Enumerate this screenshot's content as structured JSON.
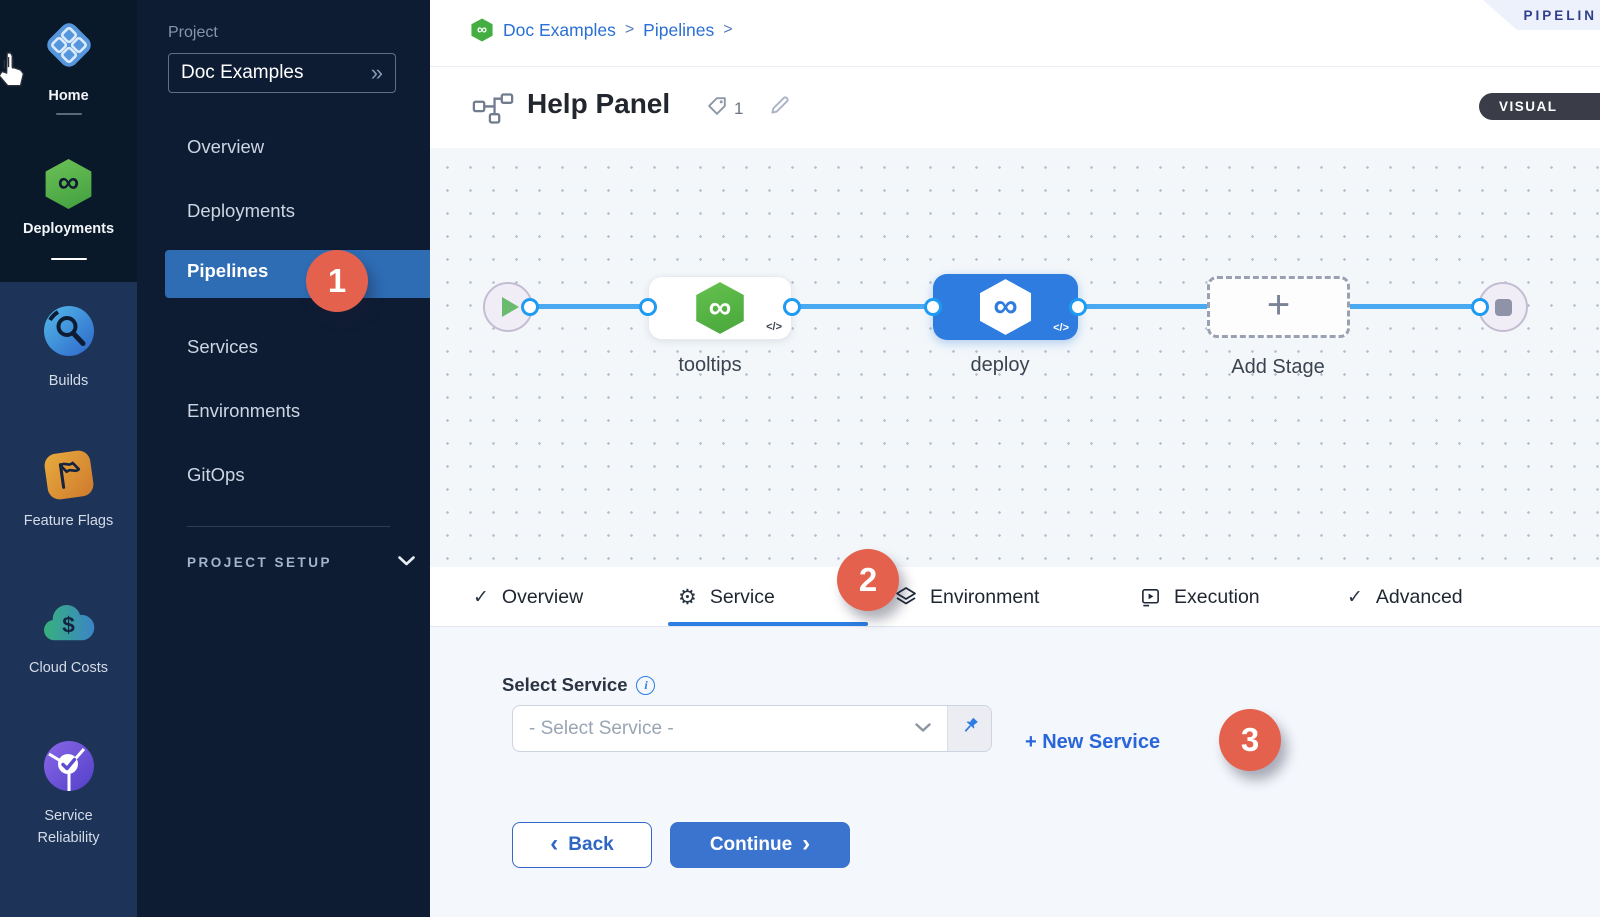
{
  "colors": {
    "accent_blue": "#2e6cb4",
    "badge_red": "#e4614d",
    "link_blue": "#2a6fd4",
    "node_blue": "#2e7ce0",
    "line_blue": "#49a9f1",
    "harness_green": "#4fae46"
  },
  "icons": {
    "check": "✓",
    "gear": "⚙",
    "infinity": "∞",
    "double_chevron": "»",
    "chevron_left": "‹",
    "chevron_right": "›",
    "breadcrumb_sep": ">",
    "dollar": "$",
    "info": "i",
    "plus": "+"
  },
  "module_rail": {
    "items": [
      {
        "label": "Home"
      },
      {
        "label": "Deployments"
      },
      {
        "label": "Builds"
      },
      {
        "label": "Feature Flags"
      },
      {
        "label": "Cloud Costs"
      },
      {
        "label": "Service Reliability"
      }
    ]
  },
  "project_nav": {
    "project_label": "Project",
    "project_name": "Doc Examples",
    "items": [
      {
        "label": "Overview"
      },
      {
        "label": "Deployments"
      },
      {
        "label": "Pipelines"
      },
      {
        "label": "Services"
      },
      {
        "label": "Environments"
      },
      {
        "label": "GitOps"
      }
    ],
    "setup_label": "PROJECT SETUP"
  },
  "breadcrumb": {
    "crumb1": "Doc Examples",
    "crumb2": "Pipelines"
  },
  "studio_banner": {
    "label": "PIPELIN"
  },
  "header": {
    "title": "Help Panel",
    "tag_count": "1",
    "mode_label": "VISUAL"
  },
  "canvas": {
    "node1_label": "tooltips",
    "node2_label": "deploy",
    "add_stage_label": "Add Stage",
    "code_badge": "</>"
  },
  "tabs": {
    "overview": "Overview",
    "service": "Service",
    "environment": "Environment",
    "execution": "Execution",
    "advanced": "Advanced"
  },
  "service_panel": {
    "select_service_label": "Select Service",
    "dropdown_placeholder": "- Select Service -",
    "new_service_label": "+ New Service",
    "back_label": "Back",
    "continue_label": "Continue"
  },
  "step_badges": {
    "step1": "1",
    "step2": "2",
    "step3": "3"
  }
}
